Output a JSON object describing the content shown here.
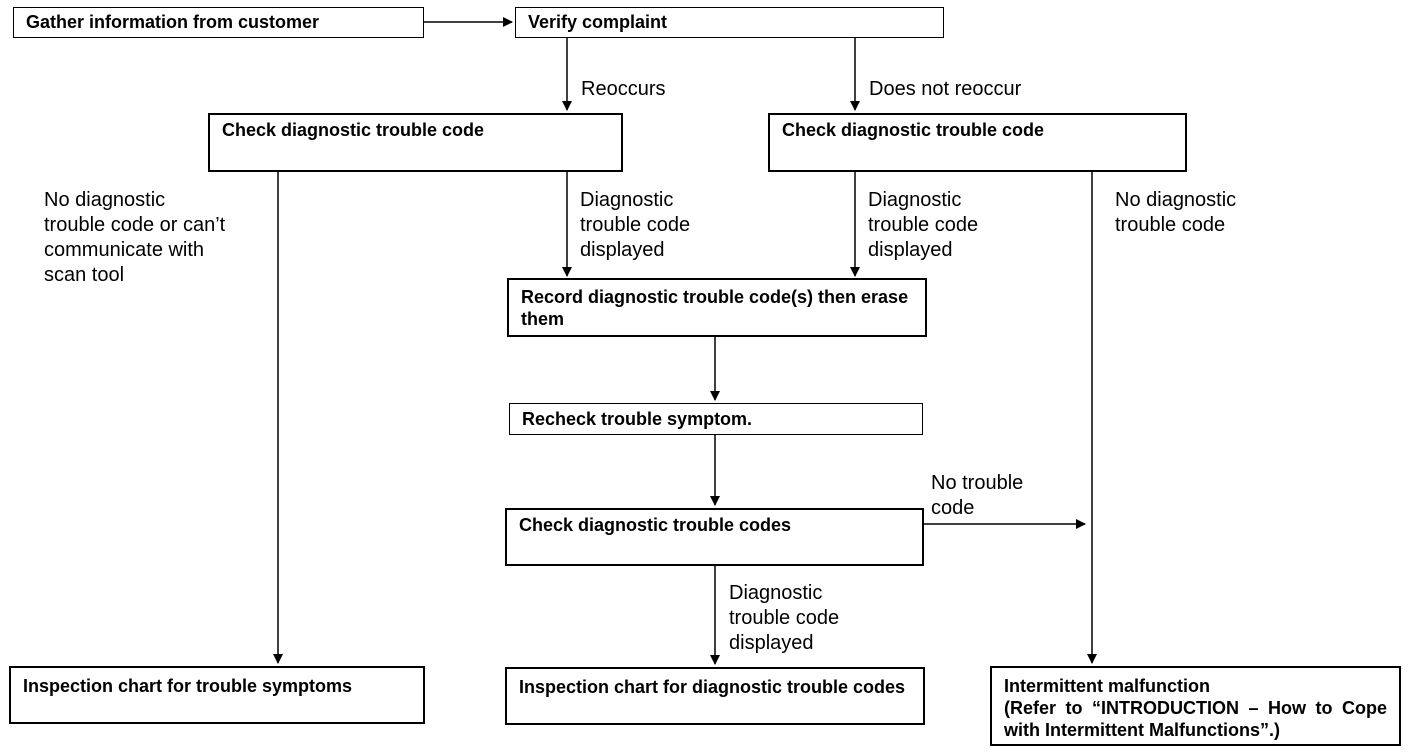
{
  "flowchart": {
    "nodes": {
      "gather": "Gather information from customer",
      "verify": "Verify complaint",
      "check_left": "Check diagnostic trouble code",
      "check_right": "Check diagnostic trouble code",
      "record": "Record diagnostic trouble code(s) then erase them",
      "recheck": "Recheck trouble symptom.",
      "check_codes": "Check diagnostic trouble codes",
      "inspect_symptoms": "Inspection chart for trouble symptoms",
      "inspect_codes": "Inspection chart for diagnostic trouble codes",
      "intermittent_title": "Intermittent malfunction",
      "intermittent_ref": "(Refer to “INTRODUCTION – How to Cope with Intermittent Malfunctions”.)"
    },
    "edge_labels": {
      "reoccurs": "Reoccurs",
      "does_not_reoccur": "Does not reoccur",
      "left_no_code": "No diagnostic\ntrouble code or can’t\ncommunicate with\nscan tool",
      "left_code_displayed": "Diagnostic\ntrouble code\ndisplayed",
      "right_code_displayed": "Diagnostic\ntrouble code\ndisplayed",
      "right_no_code": "No diagnostic\ntrouble code",
      "no_trouble_code": "No trouble\ncode",
      "final_code_displayed": "Diagnostic\ntrouble code\ndisplayed"
    }
  }
}
